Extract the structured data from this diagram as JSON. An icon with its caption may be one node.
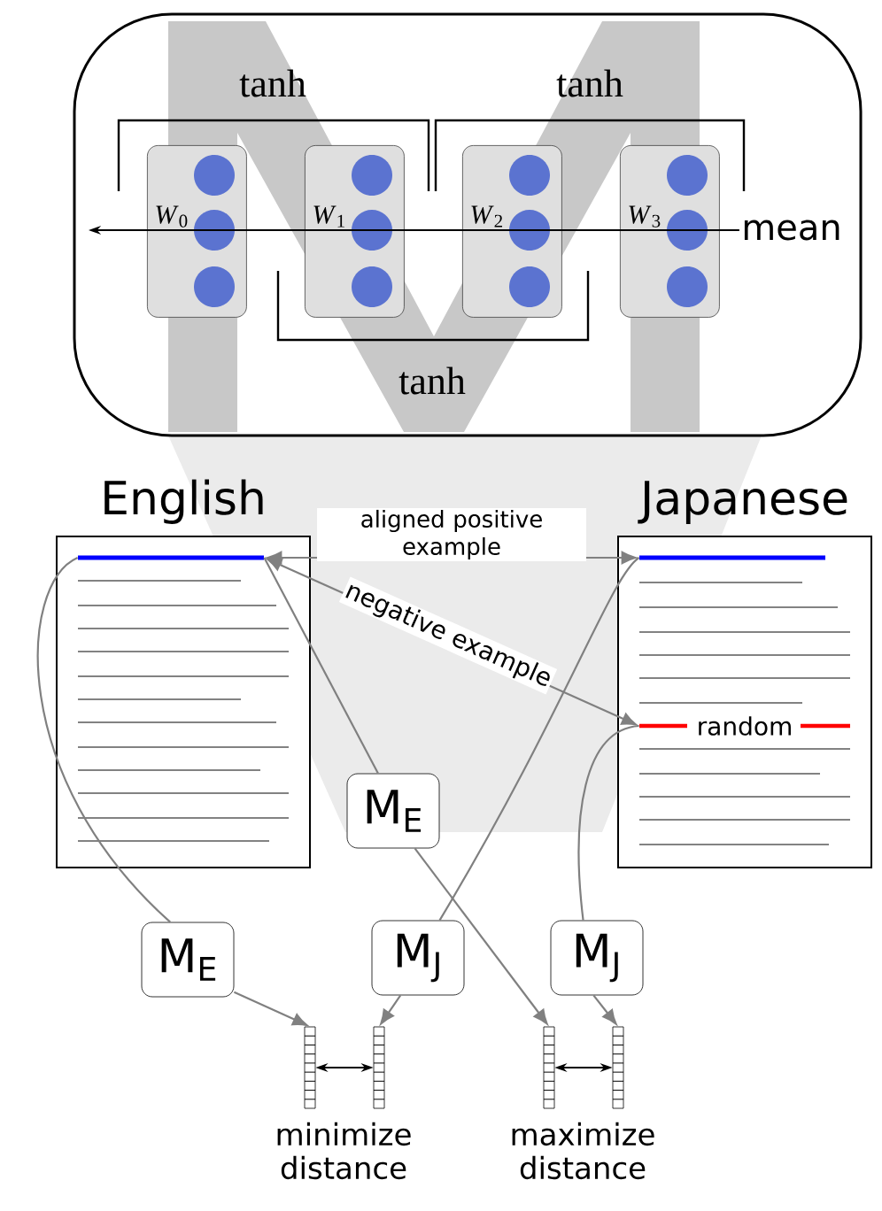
{
  "diagram": {
    "nodes": [
      {
        "text": [],
        "shape": "box"
      },
      {
        "text": [
          "*W*$_{0}$"
        ],
        "in": 0
      },
      {
        "text": [
          "*W*$_{1}$"
        ],
        "in": 0
      },
      {
        "text": [
          "*W*$_{2}$"
        ],
        "in": 0
      },
      {
        "text": [
          "*W*$_{3}$"
        ],
        "in": 0
      },
      {
        "text": [
          "mean"
        ],
        "in": 0
      },
      {
        "text": [
          "English"
        ]
      },
      {
        "text": [
          "Japanese"
        ]
      },
      {
        "text": [],
        "shape": "bar",
        "in": 6
      },
      {
        "text": [],
        "shape": "bar",
        "in": 7
      },
      {
        "text": [
          "random"
        ],
        "in": 7
      },
      {
        "text": [
          "M$_{E}$"
        ]
      },
      {
        "text": [
          "M$_{E}$"
        ]
      },
      {
        "text": [
          "M$_{J}$"
        ]
      },
      {
        "text": [
          "M$_{J}$"
        ]
      },
      {
        "text": [],
        "shape": "bar"
      },
      {
        "text": [],
        "shape": "bar"
      },
      {
        "text": [],
        "shape": "bar"
      },
      {
        "text": [],
        "shape": "bar"
      }
    ],
    "edges": [
      {
        "from": 5,
        "to": null,
        "arrow": "to",
        "color": "#000000"
      },
      {
        "from": 8,
        "to": 9,
        "arrow": "both",
        "label": "aligned positive example"
      },
      {
        "from": 8,
        "to": 10,
        "arrow": "both",
        "label": "negative example"
      },
      {
        "from": 8,
        "to": 12,
        "arrow": "none"
      },
      {
        "from": 12,
        "to": 15,
        "arrow": "to"
      },
      {
        "from": 9,
        "to": 13,
        "arrow": "none"
      },
      {
        "from": 13,
        "to": 16,
        "arrow": "to"
      },
      {
        "from": 8,
        "to": 11,
        "arrow": "none"
      },
      {
        "from": 11,
        "to": 17,
        "arrow": "to"
      },
      {
        "from": 10,
        "to": 14,
        "arrow": "none"
      },
      {
        "from": 14,
        "to": 18,
        "arrow": "to"
      },
      {
        "from": 15,
        "to": 16,
        "arrow": "both",
        "color": "#000000"
      },
      {
        "from": 17,
        "to": 18,
        "arrow": "both",
        "color": "#000000"
      }
    ],
    "labels": [
      "tanh",
      "tanh",
      "tanh",
      "minimize distance",
      "maximize distance"
    ]
  }
}
